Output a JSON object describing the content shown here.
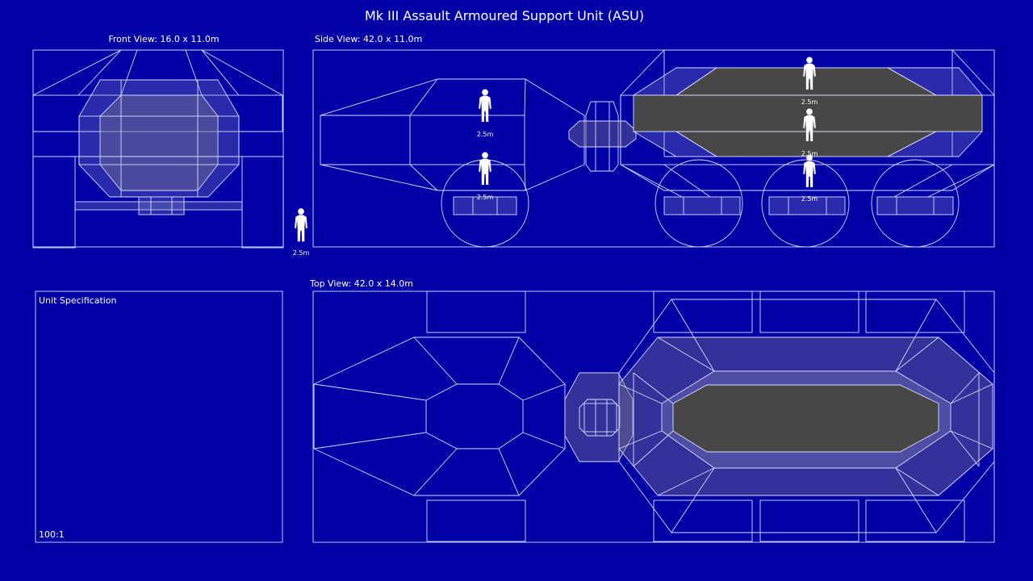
{
  "title": "Mk III Assault Armoured Support Unit (ASU)",
  "front_view": {
    "label": "Front View: 16.0 x 11.0m"
  },
  "side_view": {
    "label": "Side View: 42.0 x 11.0m"
  },
  "top_view": {
    "label": "Top View: 42.0 x 14.0m"
  },
  "spec_panel": {
    "title": "Unit Specification",
    "scale": "100:1"
  },
  "figure_label": "2.5m",
  "colors": {
    "background": "#0101a6",
    "line": "#d7dcff",
    "hull_fill": "#474747"
  }
}
